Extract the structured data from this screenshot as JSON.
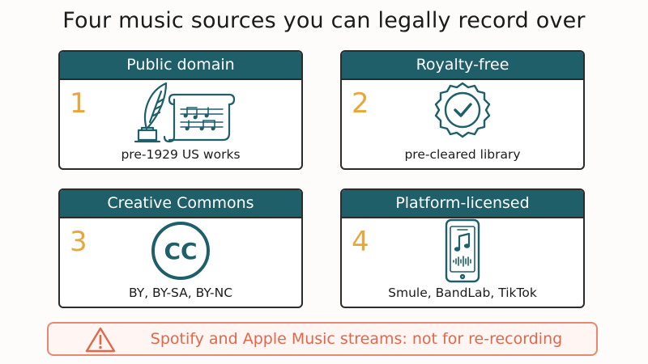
{
  "title": "Four music sources you can legally record over",
  "cards": [
    {
      "number": "1",
      "heading": "Public domain",
      "caption": "pre-1929 US works",
      "icon": "quill-and-sheet-music-icon"
    },
    {
      "number": "2",
      "heading": "Royalty-free",
      "caption": "pre-cleared library",
      "icon": "checkmark-seal-icon"
    },
    {
      "number": "3",
      "heading": "Creative Commons",
      "caption": "BY, BY-SA, BY-NC",
      "icon": "cc-icon",
      "icon_text": "CC"
    },
    {
      "number": "4",
      "heading": "Platform-licensed",
      "caption": "Smule, BandLab, TikTok",
      "icon": "phone-music-icon"
    }
  ],
  "warning": {
    "icon": "warning-triangle-icon",
    "text": "Spotify and Apple Music streams: not for re-recording"
  },
  "colors": {
    "header": "#1e5f6a",
    "number": "#e8a73a",
    "warning": "#e0674a"
  }
}
